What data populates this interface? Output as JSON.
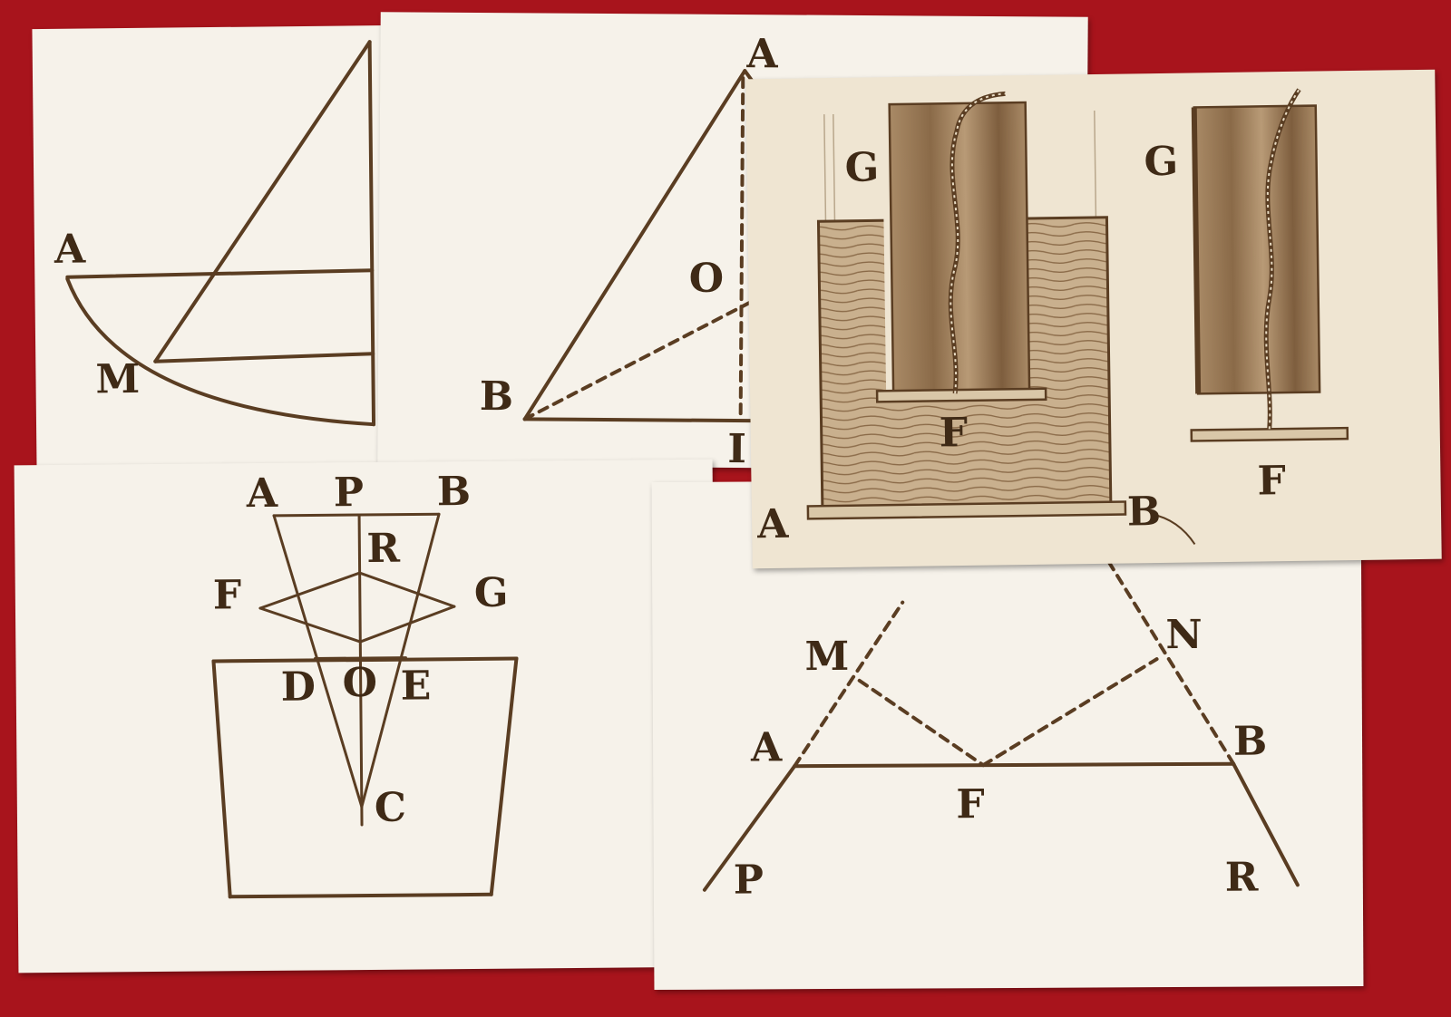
{
  "scene": {
    "background_color": "#a8141c",
    "paper_color": "#f6f2ea",
    "aged_paper_color": "#efe5d2",
    "ink_color": "#5a3d22",
    "wood_color": "#8a6a48"
  },
  "sheets": {
    "arc_diagram": {
      "labels": {
        "a": "A",
        "m": "M"
      }
    },
    "triangle_diagram": {
      "labels": {
        "a": "A",
        "o": "O",
        "b": "B",
        "i": "I"
      }
    },
    "cylinder_drawing": {
      "labels": {
        "g1": "G",
        "f1": "F",
        "a": "A",
        "b": "B",
        "g2": "G",
        "f2": "F"
      }
    },
    "vessel_diagram": {
      "labels": {
        "a": "A",
        "p": "P",
        "b": "B",
        "r": "R",
        "f": "F",
        "g": "G",
        "d": "D",
        "o": "O",
        "e": "E",
        "c": "C"
      }
    },
    "reflection_diagram": {
      "labels": {
        "m": "M",
        "n": "N",
        "a": "A",
        "b": "B",
        "f": "F",
        "p": "P",
        "r": "R"
      }
    }
  }
}
